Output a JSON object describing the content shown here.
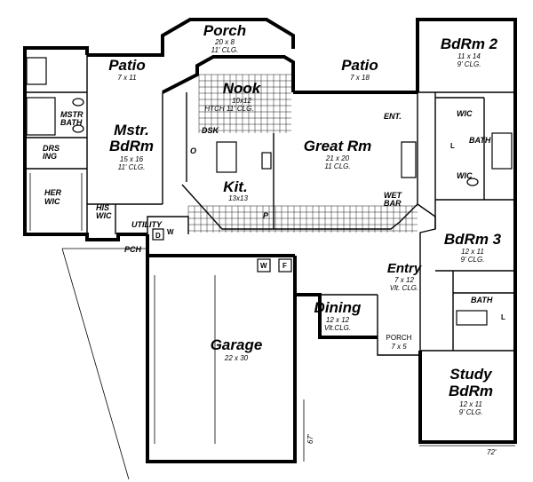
{
  "rooms": {
    "porch_top": {
      "name": "Porch",
      "dims": "20 x 8",
      "clg": "11' CLG."
    },
    "patio_left": {
      "name": "Patio",
      "dims": "7 x 11"
    },
    "patio_right": {
      "name": "Patio",
      "dims": "7 x 18"
    },
    "nook": {
      "name": "Nook",
      "dims": "10x12",
      "clg": "HTCH 11' CLG."
    },
    "mstr_bdrm": {
      "name_line1": "Mstr.",
      "name_line2": "BdRm",
      "dims": "15 x 16",
      "clg": "11' CLG."
    },
    "great_rm": {
      "name": "Great Rm",
      "dims": "21 x 20",
      "clg": "11 CLG."
    },
    "kit": {
      "name": "Kit.",
      "dims": "13x13"
    },
    "bdrm2": {
      "name": "BdRm 2",
      "dims": "11 x 14",
      "clg": "9' CLG."
    },
    "bdrm3": {
      "name": "BdRm 3",
      "dims": "12 x 11",
      "clg": "9' CLG."
    },
    "entry": {
      "name": "Entry",
      "dims": "7 x 12",
      "clg": "Vlt. CLG."
    },
    "dining": {
      "name": "Dining",
      "dims": "12 x 12",
      "clg": "Vlt.CLG."
    },
    "porch_front": {
      "name": "PORCH",
      "dims": "7 x 5"
    },
    "garage": {
      "name": "Garage",
      "dims": "22 x 30"
    },
    "study": {
      "name_line1": "Study",
      "name_line2": "BdRm",
      "dims": "12 x 11",
      "clg": "9' CLG."
    }
  },
  "labels": {
    "mstr_bath_1": "MSTR",
    "mstr_bath_2": "BATH",
    "drsing_1": "DRS",
    "drsing_2": "ING",
    "her_wic_1": "HER",
    "her_wic_2": "WIC",
    "his_wic_1": "HIS",
    "his_wic_2": "WIC",
    "utility": "UTILITY",
    "pch": "PCH",
    "dsk": "DSK",
    "pantry": "P",
    "oven": "O",
    "ent": "ENT.",
    "wet_bar_1": "WET",
    "wet_bar_2": "BAR",
    "wic_upper": "WIC",
    "wic_lower": "WIC",
    "bath_upper": "BATH",
    "bath_lower": "BATH",
    "linen_upper": "L",
    "linen_lower": "L",
    "washer_util": "W",
    "dryer_util": "D",
    "washer_garage": "W",
    "freezer_garage": "F"
  },
  "overall": {
    "width": "72'",
    "depth": "67'"
  }
}
